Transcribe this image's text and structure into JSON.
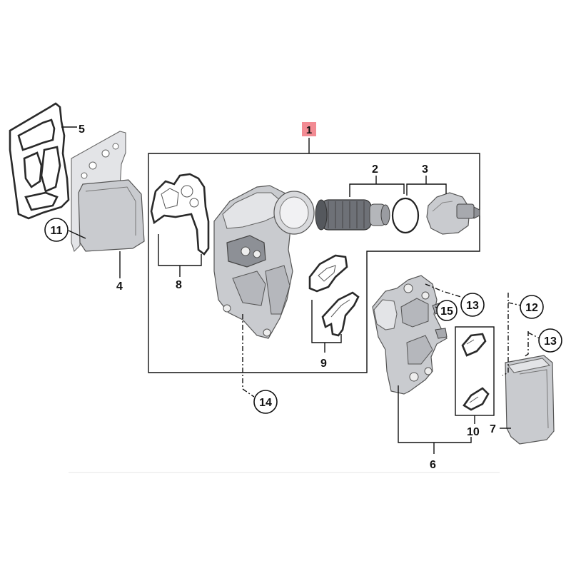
{
  "callouts": {
    "c1": "1",
    "c2": "2",
    "c3": "3",
    "c4": "4",
    "c5": "5",
    "c6": "6",
    "c7": "7",
    "c8": "8",
    "c9": "9",
    "c10": "10",
    "c11": "11",
    "c12": "12",
    "c13a": "13",
    "c13b": "13",
    "c14": "14",
    "c15": "15"
  },
  "colors": {
    "assembly_marker": "#f28b93",
    "part_fill": "#c9cbcf",
    "part_dark": "#8d9096",
    "line": "#111111"
  }
}
